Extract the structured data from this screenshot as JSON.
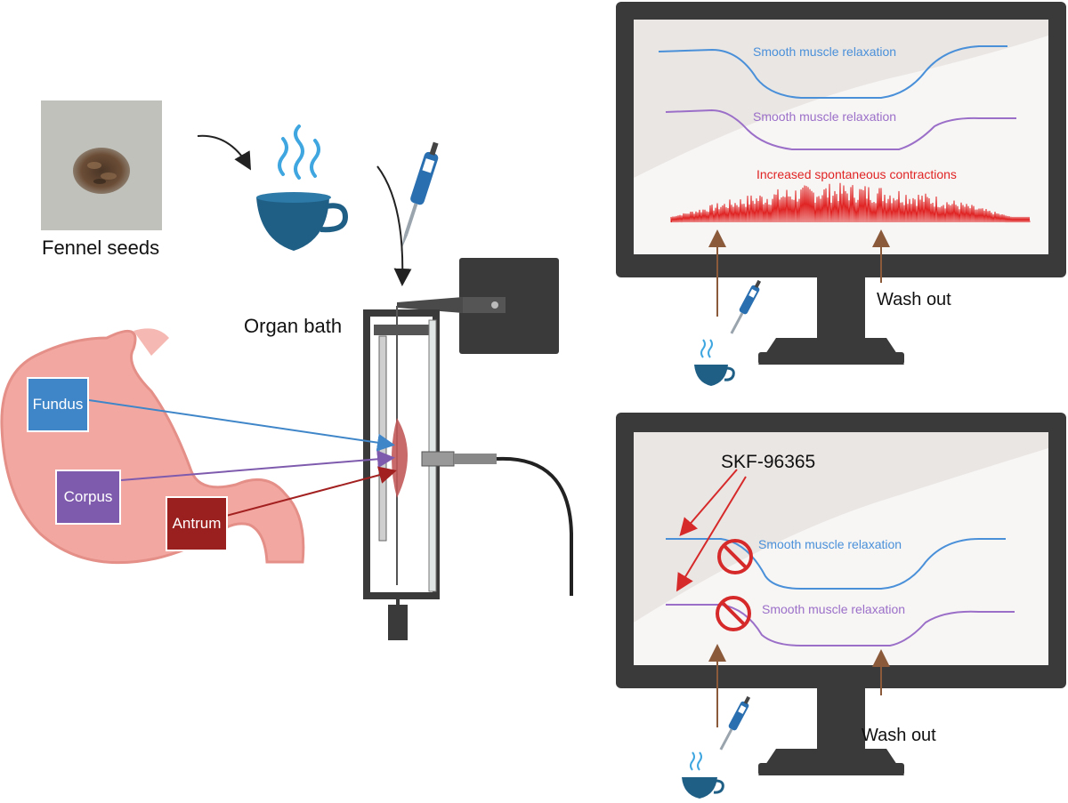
{
  "labels": {
    "fennel_seeds": "Fennel seeds",
    "organ_bath": "Organ bath"
  },
  "regions": [
    {
      "label": "Fundus",
      "color": "#3f86c9"
    },
    {
      "label": "Corpus",
      "color": "#7f5bae"
    },
    {
      "label": "Antrum",
      "color": "#9a1f1f"
    }
  ],
  "monitor_top": {
    "traces": [
      {
        "label": "Smooth muscle relaxation",
        "color": "#4a90d9"
      },
      {
        "label": "Smooth muscle relaxation",
        "color": "#9b6fc8"
      },
      {
        "label": "Increased spontaneous contractions",
        "color": "#e02424"
      }
    ],
    "wash_out": "Wash out"
  },
  "monitor_bottom": {
    "inhibitor": "SKF-96365",
    "traces": [
      {
        "label": "Smooth muscle relaxation",
        "color": "#4a90d9"
      },
      {
        "label": "Smooth muscle relaxation",
        "color": "#9b6fc8"
      }
    ],
    "wash_out": "Wash out"
  },
  "colors": {
    "stomach": "#f2a8a1",
    "monitor_frame": "#3a3a3a",
    "screen": "#eae6e4",
    "cup": "#1f5f86",
    "arrow_brown": "#8a5a3a",
    "inhibit_red": "#d62a2a"
  }
}
